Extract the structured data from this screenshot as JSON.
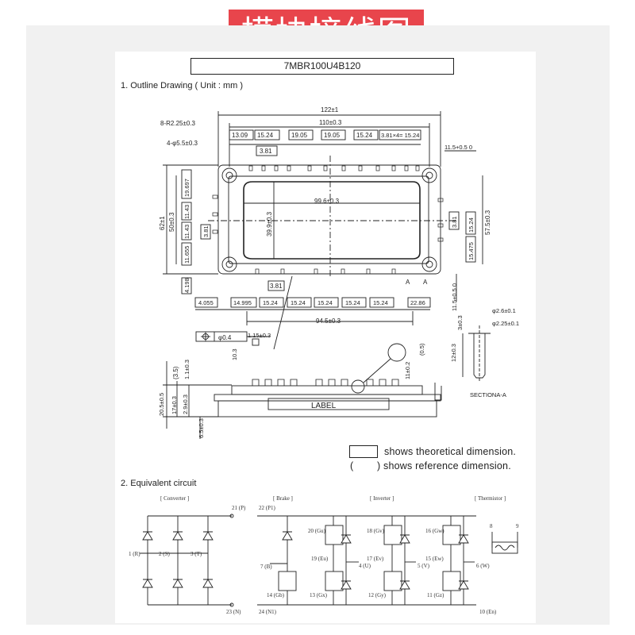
{
  "banner": {
    "title": "模块接线图"
  },
  "model": "7MBR100U4B120",
  "sections": {
    "outline": "1. Outline Drawing ( Unit : mm )",
    "circuit": "2. Equivalent circuit"
  },
  "legend": {
    "theoretical": "shows theoretical dimension.",
    "reference": ") shows reference dimension.",
    "paren_open": "("
  },
  "top_view": {
    "overall_width": "122±1",
    "pin_span": "110±0.3",
    "pitches": [
      "13.09",
      "15.24",
      "19.05",
      "19.05",
      "15.24",
      "3.81×4= 15.24"
    ],
    "top_pitch_small": "3.81",
    "corner_radius": "8-R2.25±0.3",
    "mount_holes": "4-φ5.5±0.3",
    "right_offset": "11.5+0.5 0",
    "inner_width": "99.6±0.3",
    "inner_height": "39.9±0.3",
    "height_total": "62±1",
    "height_holes": "50±0.3",
    "left_dims": [
      "19.697",
      "11.43",
      "11.43",
      "3.81",
      "11.655"
    ],
    "right_dims": [
      "3.81",
      "15.24",
      "15.475"
    ],
    "right_height": "57.5±0.3",
    "bottom_pitch_small": "3.81",
    "bottom_dims": [
      "4.055",
      "14.995",
      "15.24",
      "15.24",
      "15.24",
      "15.24",
      "15.24",
      "22.86"
    ],
    "left_bottom_small": "4.198",
    "bottom_offset": "11.5+0.5 0",
    "section_marker": "A",
    "pin_span_bottom": "94.5±0.3",
    "position_tol": "φ0.4",
    "label_text": "LABEL"
  },
  "side_view": {
    "dims": [
      "(3.5)",
      "1.1±0.3",
      "20.5±0.5",
      "17±0.3",
      "2.9±0.3",
      "6.5±0.3",
      "10.3",
      "(0.5)",
      "11±0.2",
      "1.15±0.3"
    ],
    "section_label": "SECTIONA-A",
    "pin_dims": [
      "φ2.6±0.1",
      "φ2.25±0.1",
      "3±0.3",
      "12±0.3"
    ]
  },
  "circuit": {
    "groups": [
      "[ Converter ]",
      "[ Brake ]",
      "[ Inverter ]",
      "[ Thermistor ]"
    ],
    "terminals": {
      "p": "21 (P)",
      "p1": "22 (P1)",
      "n": "23 (N)",
      "n1": "24 (N1)",
      "r": "1 (R)",
      "s": "2 (S)",
      "t": "3 (T)",
      "b": "7 (B)",
      "gb": "14 (Gb)",
      "gu": "20 (Gu)",
      "eu": "19 (Eu)",
      "gv": "18 (Gv)",
      "ev": "17 (Ev)",
      "gw": "16 (Gw)",
      "ew": "15 (Ew)",
      "u": "4 (U)",
      "v": "5 (V)",
      "w": "6 (W)",
      "gx": "13 (Gx)",
      "gy": "12 (Gy)",
      "gz": "11 (Gz)",
      "en": "10 (En)",
      "th1": "8",
      "th2": "9"
    }
  }
}
